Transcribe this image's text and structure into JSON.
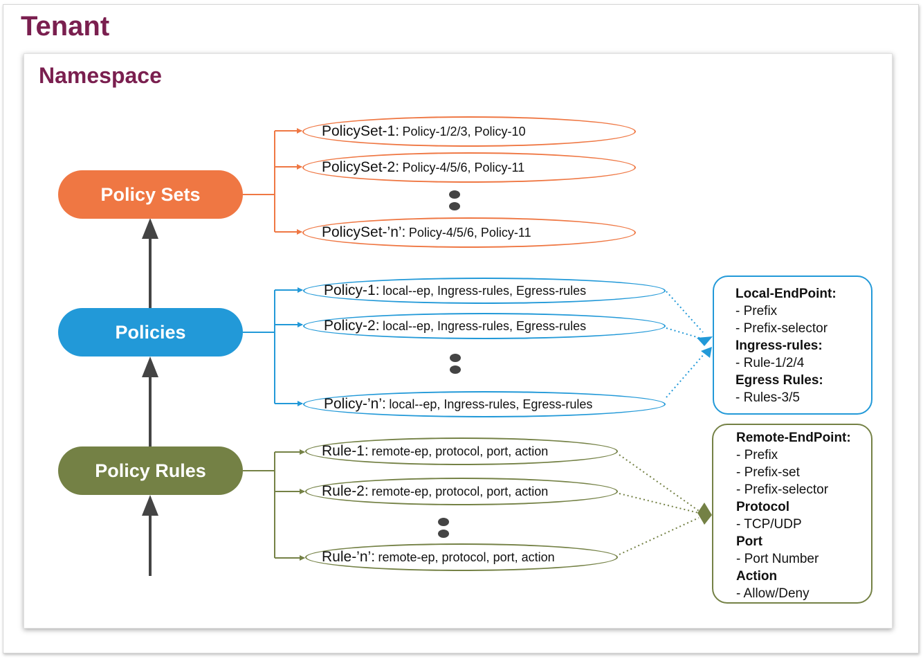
{
  "tenant_title": "Tenant",
  "namespace_title": "Namespace",
  "nodes": {
    "policy_sets": "Policy Sets",
    "policies": "Policies",
    "policy_rules": "Policy Rules"
  },
  "policy_sets": [
    {
      "name": "PolicySet-1:",
      "desc": "Policy-1/2/3, Policy-10"
    },
    {
      "name": "PolicySet-2:",
      "desc": "Policy-4/5/6, Policy-11"
    },
    {
      "name": "PolicySet-’n’:",
      "desc": "Policy-4/5/6, Policy-11"
    }
  ],
  "policies": [
    {
      "name": "Policy-1:",
      "desc": "local--ep, Ingress-rules, Egress-rules"
    },
    {
      "name": "Policy-2:",
      "desc": "local--ep, Ingress-rules, Egress-rules"
    },
    {
      "name": "Policy-’n’:",
      "desc": "local--ep, Ingress-rules, Egress-rules"
    }
  ],
  "rules": [
    {
      "name": "Rule-1:",
      "desc": "remote-ep, protocol, port, action"
    },
    {
      "name": "Rule-2:",
      "desc": "remote-ep, protocol, port, action"
    },
    {
      "name": "Rule-’n’:",
      "desc": "remote-ep, protocol, port, action"
    }
  ],
  "policy_detail": {
    "local_endpoint": "Local-EndPoint:",
    "prefix": "- Prefix",
    "prefix_selector": "- Prefix-selector",
    "ingress": "Ingress-rules:",
    "ingress_val": "- Rule-1/2/4",
    "egress": "Egress Rules:",
    "egress_val": "- Rules-3/5"
  },
  "rule_detail": {
    "remote_endpoint": "Remote-EndPoint:",
    "prefix": "- Prefix",
    "prefix_set": "- Prefix-set",
    "prefix_selector": "- Prefix-selector",
    "protocol": "Protocol",
    "protocol_val": "- TCP/UDP",
    "port": "Port",
    "port_val": "- Port Number",
    "action": "Action",
    "action_val": "- Allow/Deny"
  },
  "colors": {
    "title": "#7a1f4f",
    "policy_sets": "#ef7743",
    "policies": "#2299d8",
    "policy_rules": "#748145",
    "arrow_dark": "#444444"
  }
}
